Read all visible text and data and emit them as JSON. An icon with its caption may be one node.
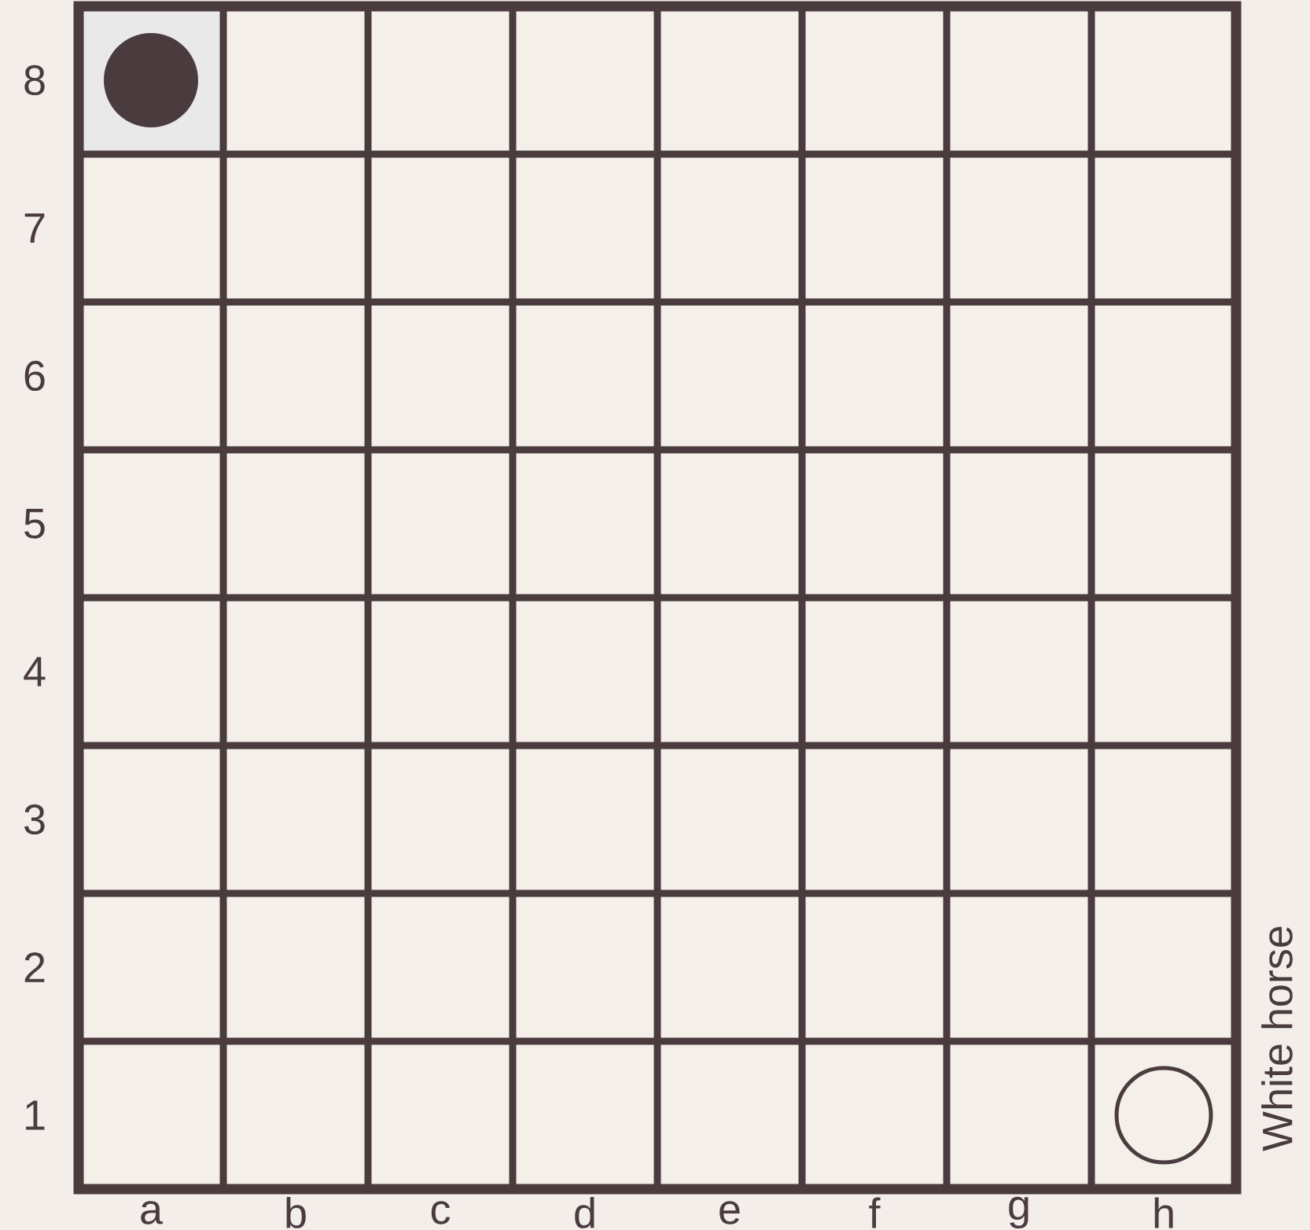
{
  "diagram": {
    "labels": [
      "8",
      "7",
      "6",
      "5",
      "4",
      "3",
      "2",
      "1",
      "White horse",
      "a",
      "b",
      "c",
      "d",
      "e",
      "f",
      "g",
      "h"
    ]
  }
}
